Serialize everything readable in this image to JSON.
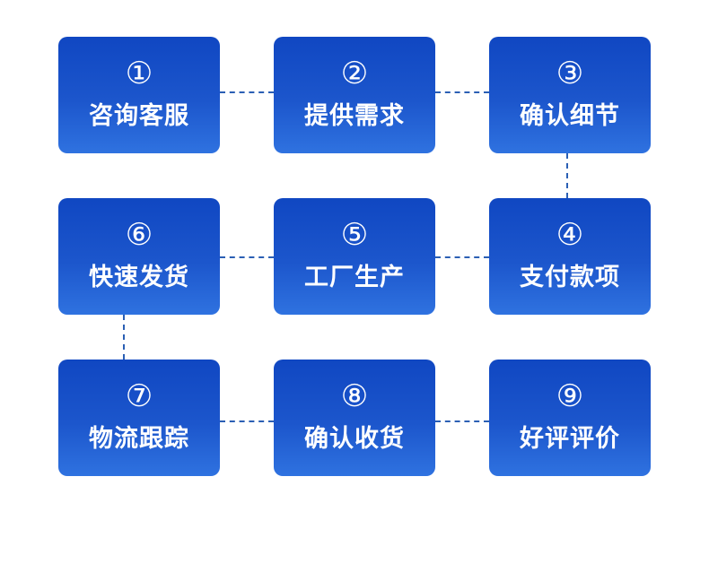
{
  "steps": [
    {
      "number": "①",
      "label": "咨询客服"
    },
    {
      "number": "②",
      "label": "提供需求"
    },
    {
      "number": "③",
      "label": "确认细节"
    },
    {
      "number": "④",
      "label": "支付款项"
    },
    {
      "number": "⑤",
      "label": "工厂生产"
    },
    {
      "number": "⑥",
      "label": "快速发货"
    },
    {
      "number": "⑦",
      "label": "物流跟踪"
    },
    {
      "number": "⑧",
      "label": "确认收货"
    },
    {
      "number": "⑨",
      "label": "好评评价"
    }
  ],
  "colors": {
    "box_top": "#1047c2",
    "box_bottom": "#2f72e0",
    "connector": "#2b5fb4",
    "text": "#ffffff",
    "background": "#ffffff"
  }
}
